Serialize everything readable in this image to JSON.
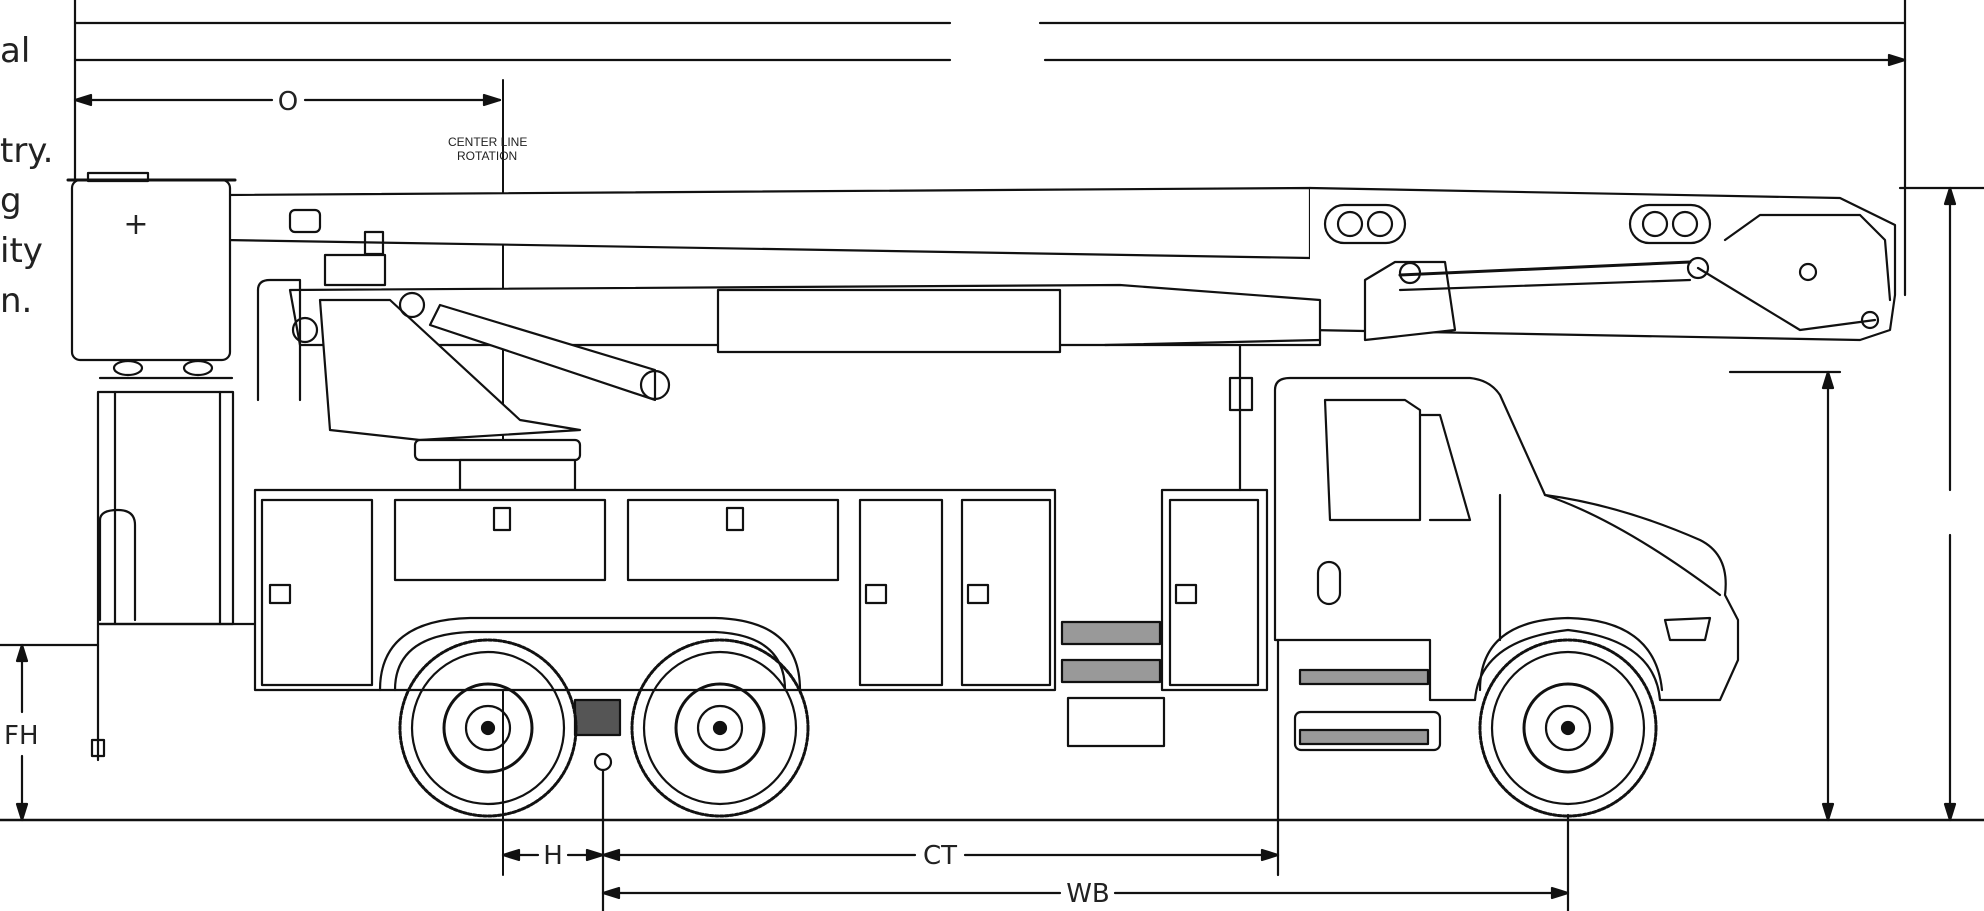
{
  "side_text": [
    "al",
    "try.",
    "g",
    "ity",
    "n."
  ],
  "labels": {
    "o": "O",
    "h": "H",
    "ct": "CT",
    "wb": "WB",
    "fh": "FH",
    "centerline_1": "CENTER LINE",
    "centerline_2": "ROTATION",
    "cross": "+"
  }
}
